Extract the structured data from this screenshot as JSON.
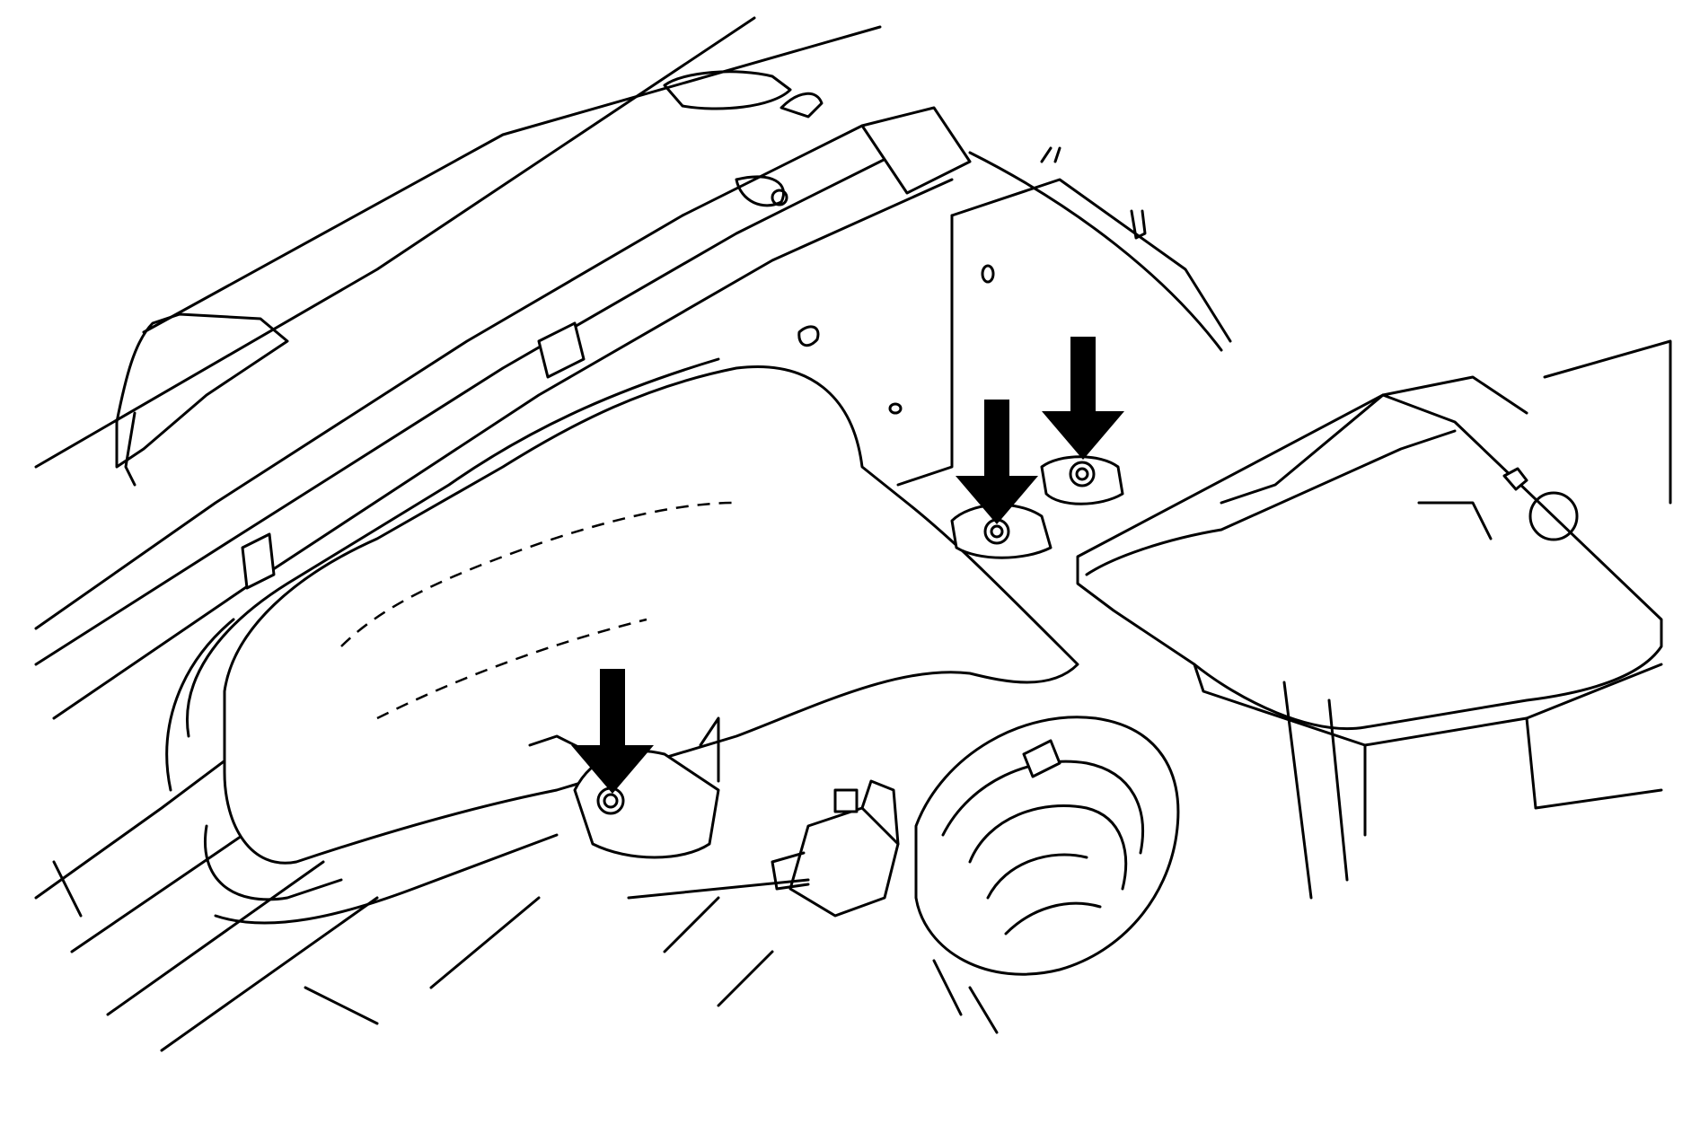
{
  "illustration": {
    "subject": "engine-compartment-air-intake-assembly",
    "line_color": "#000000",
    "background_color": "#ffffff"
  },
  "callouts": [
    {
      "id": "fastener-arrow-front-left",
      "points_to": "air-cleaner-duct-mounting-bolt"
    },
    {
      "id": "fastener-arrow-center",
      "points_to": "resonator-mounting-bolt"
    },
    {
      "id": "fastener-arrow-right",
      "points_to": "resonator-mounting-bolt"
    }
  ]
}
